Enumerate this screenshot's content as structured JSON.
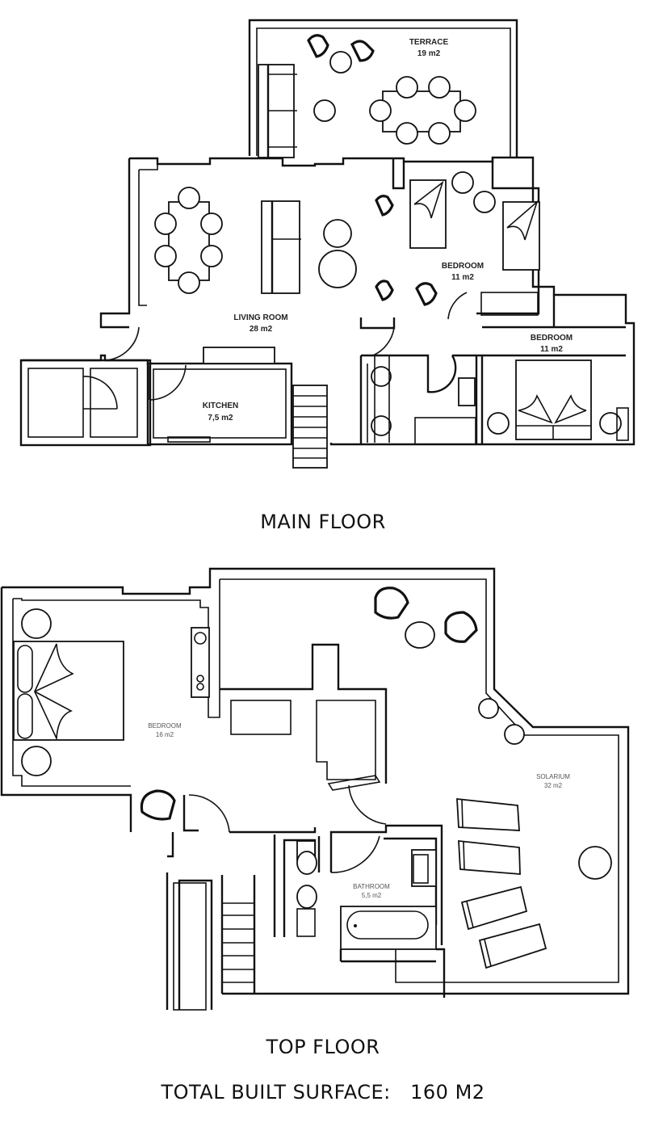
{
  "floors": {
    "main": {
      "caption": "MAIN FLOOR",
      "rooms": {
        "terrace": {
          "name": "TERRACE",
          "area": "19 m2"
        },
        "living_room": {
          "name": "LIVING ROOM",
          "area": "28 m2"
        },
        "bedroom_1": {
          "name": "BEDROOM",
          "area": "11 m2"
        },
        "bedroom_2": {
          "name": "BEDROOM",
          "area": "11 m2"
        },
        "kitchen": {
          "name": "KITCHEN",
          "area": "7,5 m2"
        }
      }
    },
    "top": {
      "caption": "TOP FLOOR",
      "rooms": {
        "bedroom": {
          "name": "BEDROOM",
          "area": "16 m2"
        },
        "solarium": {
          "name": "SOLARIUM",
          "area": "32 m2"
        },
        "bathroom": {
          "name": "BATHROOM",
          "area": "5,5 m2"
        }
      }
    }
  },
  "total": {
    "label": "TOTAL BUILT SURFACE:",
    "value": "160 M2",
    "text": "TOTAL BUILT SURFACE:   160 M2"
  },
  "colors": {
    "line": "#111111",
    "background": "#ffffff"
  }
}
